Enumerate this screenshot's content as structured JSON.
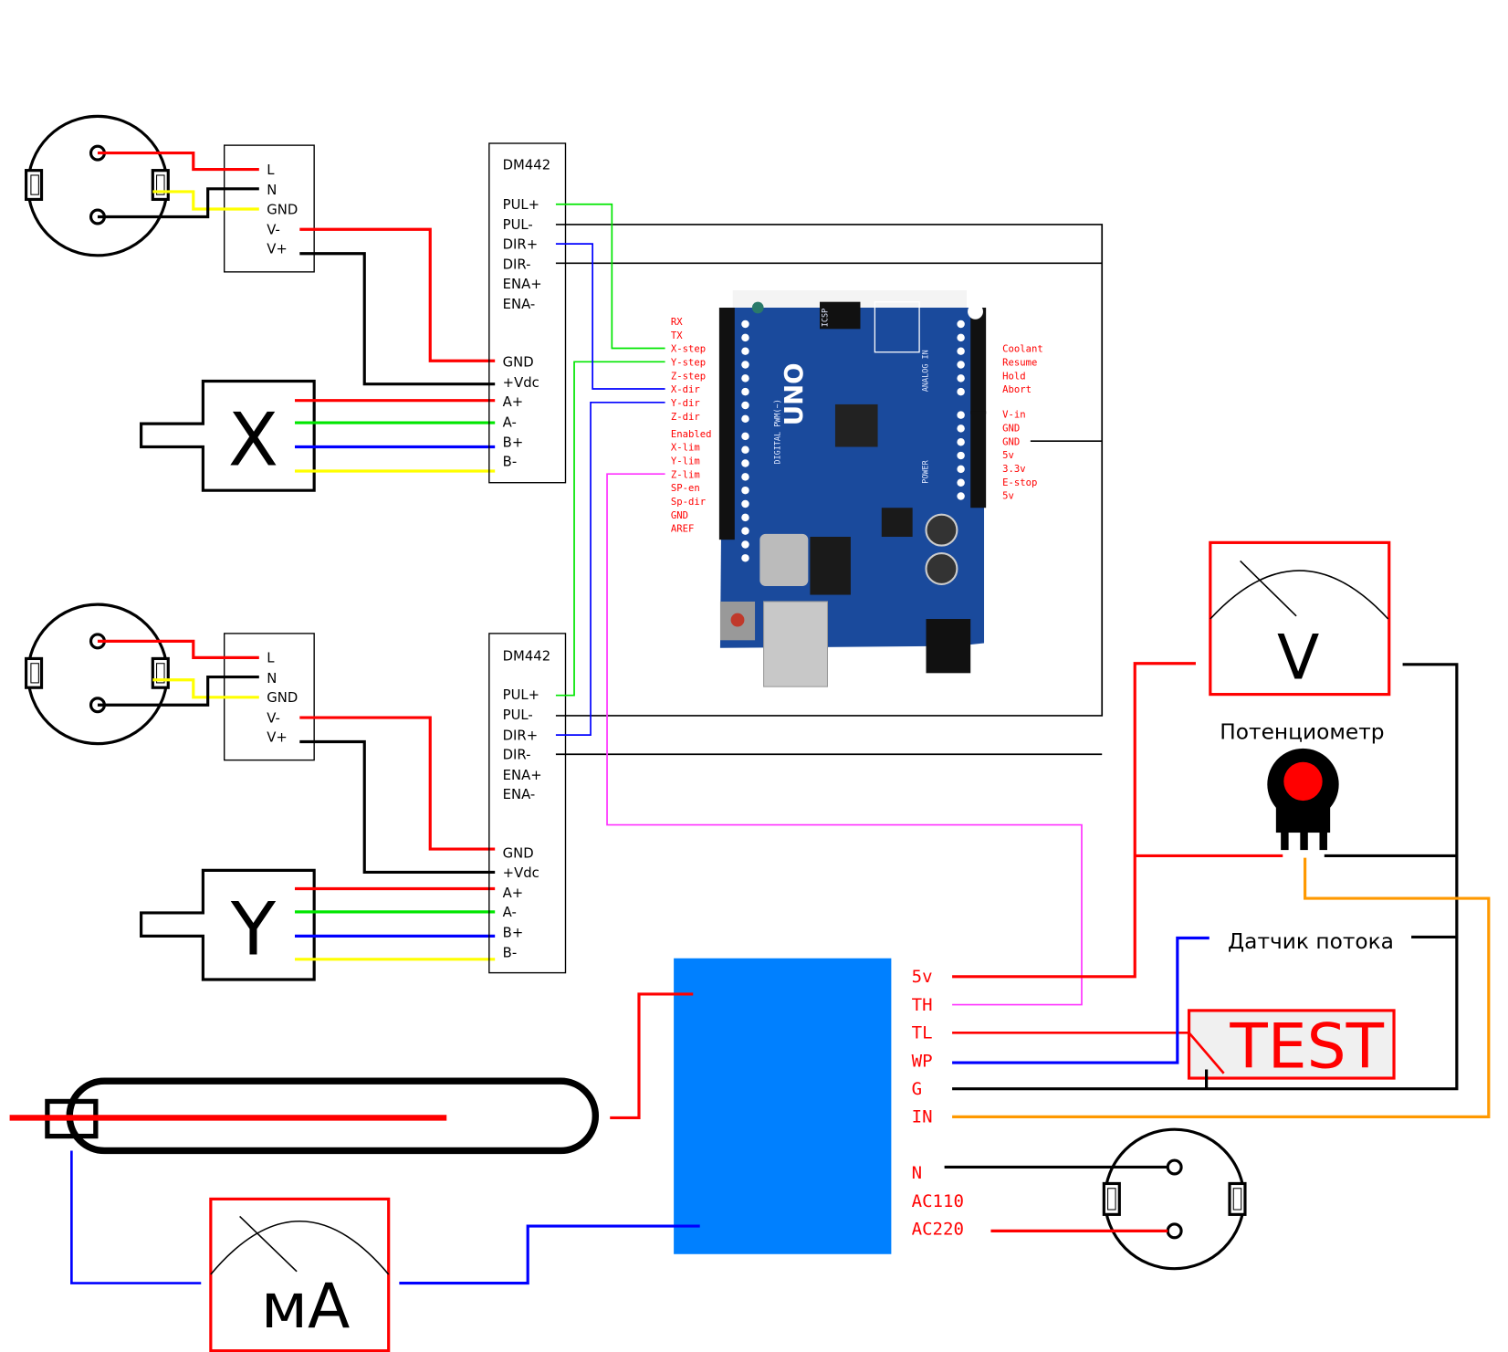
{
  "colors": {
    "red": "#ff0000",
    "black": "#000000",
    "yellow": "#ffff00",
    "green": "#00e600",
    "blue": "#0000ff",
    "magenta": "#ff33ff",
    "orange": "#ff9900",
    "controller_blue": "#0080ff",
    "pcb_blue": "#1a4a9c",
    "test_bg": "#f0f0f0"
  },
  "psu_x": {
    "pins": [
      "L",
      "N",
      "GND",
      "V-",
      "V+"
    ]
  },
  "psu_y": {
    "pins": [
      "L",
      "N",
      "GND",
      "V-",
      "V+"
    ]
  },
  "driver_x": {
    "title": "DM442",
    "pins_top": [
      "PUL+",
      "PUL-",
      "DIR+",
      "DIR-",
      "ENA+",
      "ENA-"
    ],
    "pins_bottom": [
      "GND",
      "+Vdc",
      "A+",
      "A-",
      "B+",
      "B-"
    ]
  },
  "driver_y": {
    "title": "DM442",
    "pins_top": [
      "PUL+",
      "PUL-",
      "DIR+",
      "DIR-",
      "ENA+",
      "ENA-"
    ],
    "pins_bottom": [
      "GND",
      "+Vdc",
      "A+",
      "A-",
      "B+",
      "B-"
    ]
  },
  "motor_x": {
    "label": "X"
  },
  "motor_y": {
    "label": "Y"
  },
  "arduino": {
    "board_label": "UNO",
    "digital_label": "DIGITAL PWM(~)",
    "analog_label": "ANALOG IN",
    "power_label": "POWER",
    "icsp_label": "ICSP",
    "left_pins": [
      "RX",
      "TX",
      "X-step",
      "Y-step",
      "Z-step",
      "X-dir",
      "Y-dir",
      "Z-dir",
      "Enabled",
      "X-lim",
      "Y-lim",
      "Z-lim",
      "SP-en",
      "Sp-dir",
      "GND",
      "AREF"
    ],
    "right_pins_top": [
      "Coolant",
      "Resume",
      "Hold",
      "Abort"
    ],
    "right_pins_bottom": [
      "V-in",
      "GND",
      "GND",
      "5v",
      "3.3v",
      "E-stop",
      "5v"
    ]
  },
  "voltmeter": {
    "label": "V"
  },
  "potentiometer": {
    "label": "Потенциометр"
  },
  "flow_sensor": {
    "label": "Датчик потока"
  },
  "test_button": {
    "label": "TEST"
  },
  "controller": {
    "pins": [
      "5v",
      "TH",
      "TL",
      "WP",
      "G",
      "IN"
    ],
    "ac_pins": [
      "N",
      "AC110",
      "AC220"
    ]
  },
  "milliammeter": {
    "label": "мА"
  }
}
